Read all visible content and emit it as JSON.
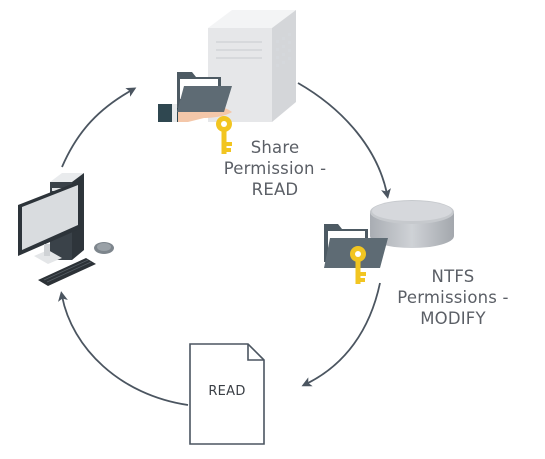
{
  "nodes": {
    "server": {
      "icon": "server-tower-icon",
      "label_lines": [
        "Share",
        "Permission -",
        "READ"
      ]
    },
    "storage": {
      "icon": "storage-disk-icon",
      "label_lines": [
        "NTFS",
        "Permissions -",
        "MODIFY"
      ]
    },
    "document": {
      "icon": "document-icon",
      "label": "READ"
    },
    "workstation": {
      "icon": "desktop-computer-icon"
    }
  },
  "colors": {
    "arrow": "#4b5560",
    "folder": "#4d5a63",
    "key": "#f2c521",
    "label_text": "#5b5f66",
    "server_body": "#e6e7e9",
    "disk": "#bfc3c8"
  }
}
